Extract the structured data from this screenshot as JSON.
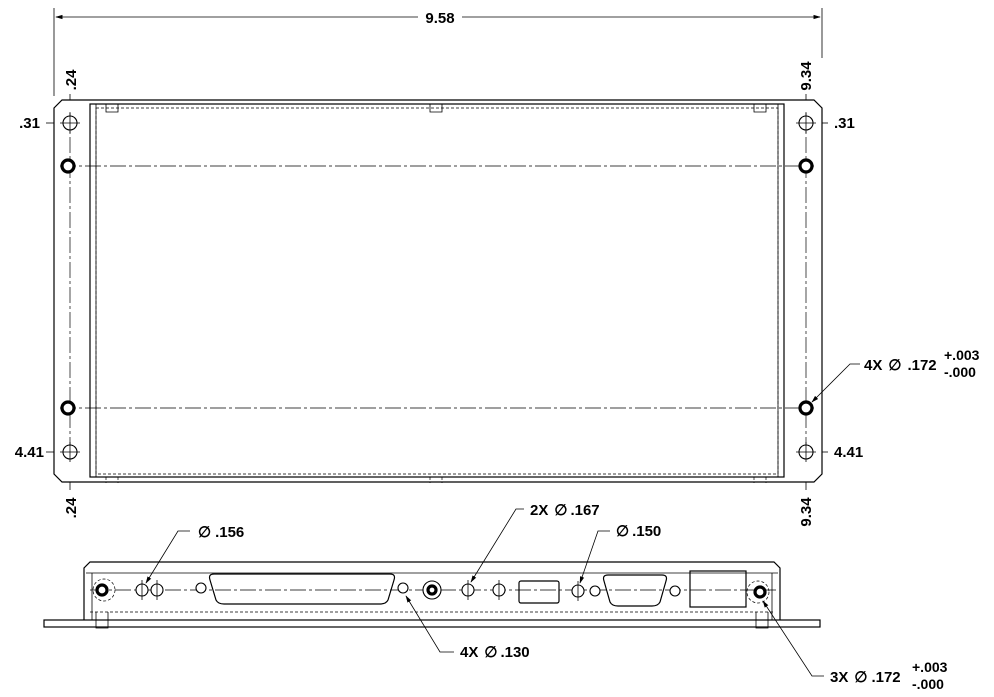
{
  "dimensions": {
    "overall_width": "9.58",
    "top_left_vert": ".24",
    "top_right_vert": "9.34",
    "bottom_left_vert": ".24",
    "bottom_right_vert": "9.34",
    "left_top": ".31",
    "right_top": ".31",
    "left_bottom": "4.41",
    "right_bottom": "4.41"
  },
  "callouts": {
    "mount_holes": {
      "qty": "4X",
      "dia": ".172",
      "tol_plus": "+.003",
      "tol_minus": "-.000"
    },
    "front_156": {
      "dia": ".156"
    },
    "front_167": {
      "qty": "2X",
      "dia": ".167"
    },
    "front_150": {
      "dia": ".150"
    },
    "front_130": {
      "qty": "4X",
      "dia": ".130"
    },
    "front_172": {
      "qty": "3X",
      "dia": ".172",
      "tol_plus": "+.003",
      "tol_minus": "-.000"
    }
  },
  "symbols": {
    "diameter": "∅"
  }
}
